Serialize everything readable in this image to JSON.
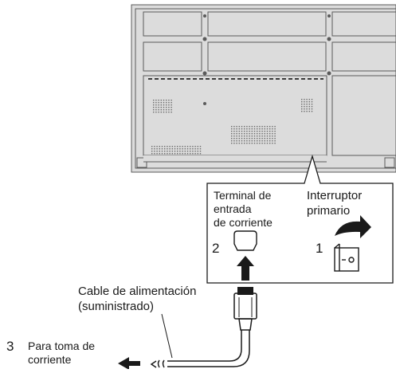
{
  "labels": {
    "terminal": [
      "Terminal de",
      "entrada",
      "de corriente"
    ],
    "switch": [
      "Interruptor",
      "primario"
    ],
    "cable": [
      "Cable de alimentación",
      "(suministrado)"
    ],
    "outlet": [
      "Para toma de",
      "corriente"
    ],
    "step1": "1",
    "step2": "2",
    "step3": "3"
  },
  "colors": {
    "panel_fill": "#dcdcdc",
    "panel_stroke": "#5a5a5a",
    "arrow": "#1a1a1a",
    "callout_fill": "#ffffff"
  }
}
